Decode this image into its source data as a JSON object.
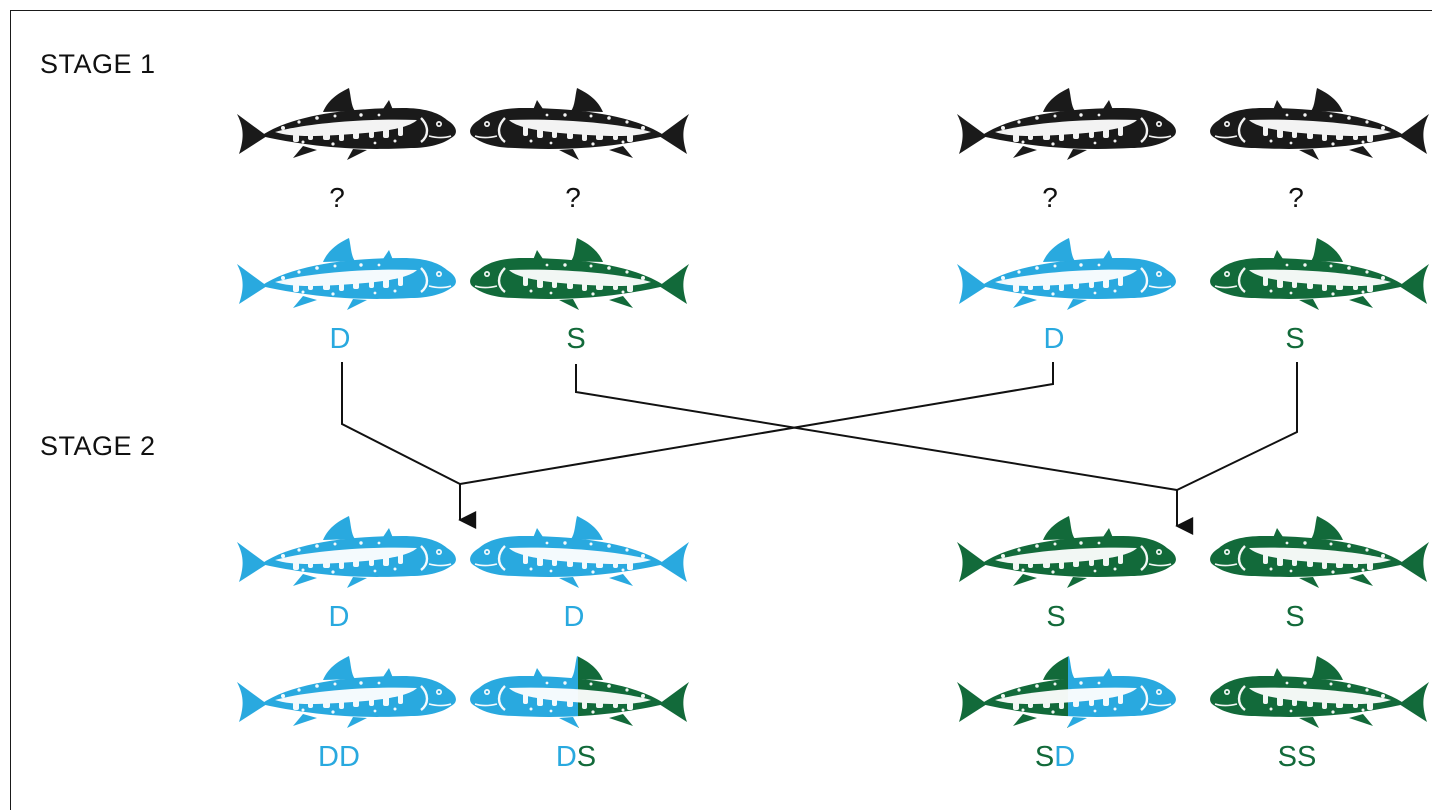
{
  "stages": {
    "stage1": "STAGE 1",
    "stage2": "STAGE 2"
  },
  "colors": {
    "black": "#1a1a1a",
    "blue": "#29a9df",
    "green": "#126a3a"
  },
  "stage1": {
    "unknown": [
      "?",
      "?",
      "?",
      "?"
    ],
    "labels": [
      {
        "text": "D",
        "color": "blue"
      },
      {
        "text": "S",
        "color": "green"
      },
      {
        "text": "D",
        "color": "blue"
      },
      {
        "text": "S",
        "color": "green"
      }
    ]
  },
  "stage2": {
    "row1": [
      {
        "parts": [
          {
            "text": "D",
            "color": "blue"
          }
        ]
      },
      {
        "parts": [
          {
            "text": "D",
            "color": "blue"
          }
        ]
      },
      {
        "parts": [
          {
            "text": "S",
            "color": "green"
          }
        ]
      },
      {
        "parts": [
          {
            "text": "S",
            "color": "green"
          }
        ]
      }
    ],
    "row2": [
      {
        "parts": [
          {
            "text": "DD",
            "color": "blue"
          }
        ]
      },
      {
        "parts": [
          {
            "text": "D",
            "color": "blue"
          },
          {
            "text": "S",
            "color": "green"
          }
        ]
      },
      {
        "parts": [
          {
            "text": "S",
            "color": "green"
          },
          {
            "text": "D",
            "color": "blue"
          }
        ]
      },
      {
        "parts": [
          {
            "text": "SS",
            "color": "green"
          }
        ]
      }
    ]
  }
}
